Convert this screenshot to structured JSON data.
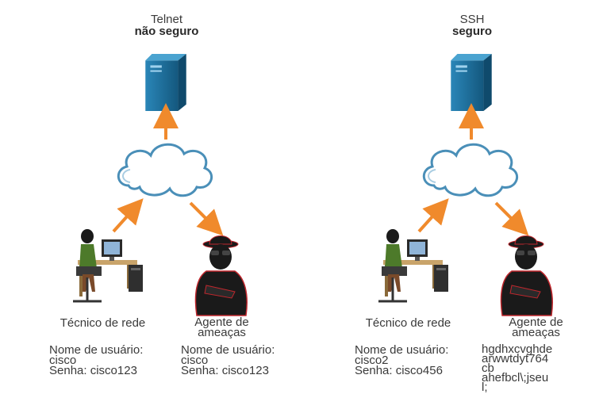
{
  "left": {
    "protocol": "Telnet",
    "security": "não seguro",
    "technician_label": "Técnico de rede",
    "attacker_label_line1": "Agente de",
    "attacker_label_line2": "ameaças",
    "tech_credentials": {
      "username_label": "Nome de usuário:",
      "username": "cisco",
      "password": "Senha: cisco123"
    },
    "attacker_credentials": {
      "username_label": "Nome de usuário:",
      "username": "cisco",
      "password": "Senha: cisco123"
    }
  },
  "right": {
    "protocol": "SSH",
    "security": "seguro",
    "technician_label": "Técnico de rede",
    "attacker_label_line1": "Agente de",
    "attacker_label_line2": "ameaças",
    "tech_credentials": {
      "username_label": "Nome de usuário:",
      "username": "cisco2",
      "password": "Senha: cisco456"
    },
    "encrypted_lines": [
      "hgdhxcvghde",
      "arwwtdyt764",
      "cb",
      "ahefbcl\\;jseu",
      "l;"
    ]
  },
  "colors": {
    "server": "#1f6f9e",
    "arrow": "#f08a2c",
    "cloud_stroke": "#4a8fb8",
    "attacker": "#1a1a1a",
    "attacker_outline": "#c0272d"
  }
}
